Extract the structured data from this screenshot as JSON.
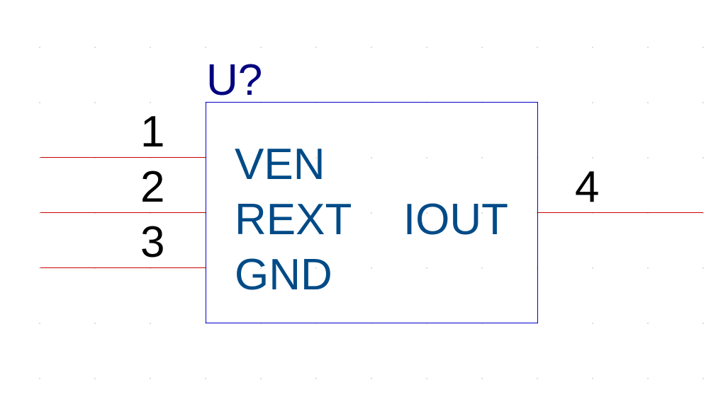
{
  "component": {
    "reference": "U?",
    "pins": [
      {
        "number": "1",
        "name": "VEN",
        "side": "left"
      },
      {
        "number": "2",
        "name": "REXT",
        "side": "left"
      },
      {
        "number": "3",
        "name": "GND",
        "side": "left"
      },
      {
        "number": "4",
        "name": "IOUT",
        "side": "right"
      }
    ]
  },
  "colors": {
    "body_outline": "#0000cc",
    "pin_wire": "#cc0000",
    "reference_text": "#000080",
    "pin_number_text": "#000000",
    "pin_name_text": "#004b87",
    "grid_dot": "#d4d4d4"
  }
}
